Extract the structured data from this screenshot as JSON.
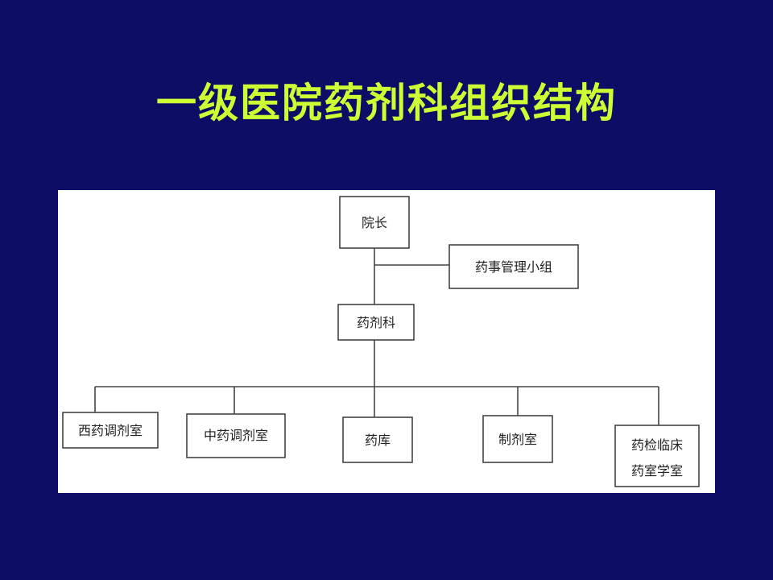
{
  "slide": {
    "title": "一级医院药剂科组织结构"
  },
  "org_chart": {
    "root": "院长",
    "advisory": "药事管理小组",
    "department": "药剂科",
    "units": [
      "西药调剂室",
      "中药调剂室",
      "药库",
      "制剂室"
    ],
    "last_unit": {
      "line1": "药检临床",
      "line2": "药室学室"
    }
  },
  "colors": {
    "background": "#0d0d66",
    "title": "#ccff33",
    "panel": "#ffffff",
    "lines": "#444444"
  }
}
